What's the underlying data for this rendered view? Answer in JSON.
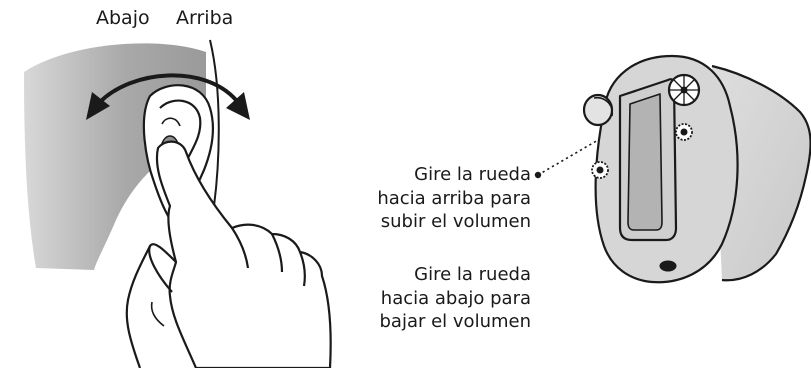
{
  "labels": {
    "down": "Abajo",
    "up": "Arriba"
  },
  "instructions": {
    "volume_up": [
      "Gire la rueda",
      "hacia arriba para",
      "subir el volumen"
    ],
    "volume_down": [
      "Gire la rueda",
      "hacia abajo para",
      "bajar el volumen"
    ]
  },
  "colors": {
    "head_shadow": "#a6a6a6",
    "device_body": "#d4d4d4",
    "device_shadow": "#bdbdbd",
    "outline": "#1a1a1a"
  },
  "icons": {
    "rotation_arrow": "curved-double-arrow-icon",
    "volume_wheel": "wheel-icon",
    "pointer": "dot-icon"
  }
}
